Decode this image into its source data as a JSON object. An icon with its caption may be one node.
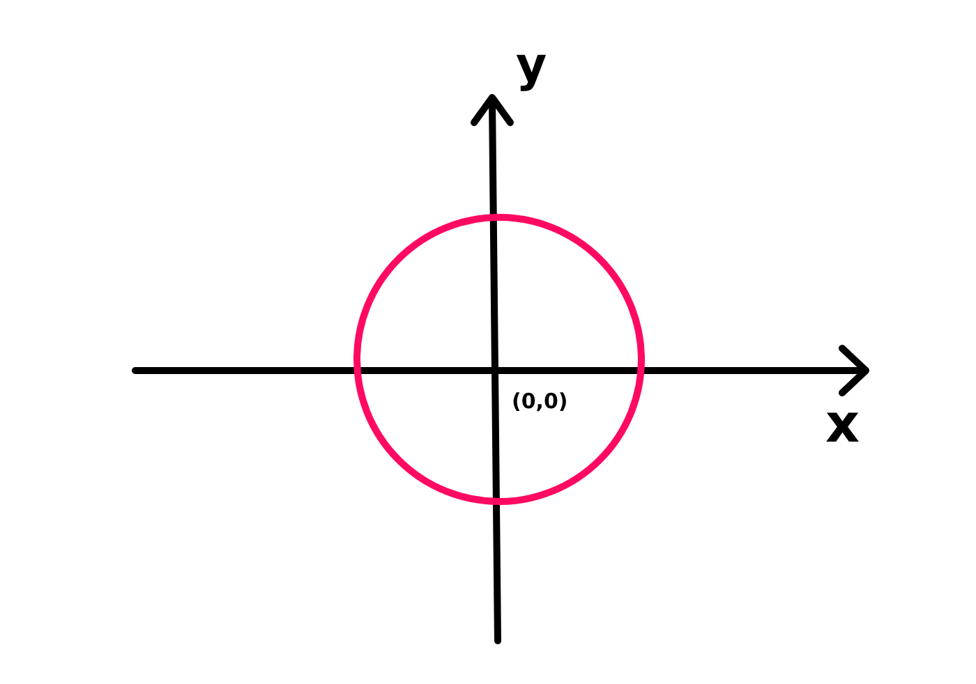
{
  "diagram": {
    "labels": [
      "y",
      "x",
      "(0,0)"
    ]
  }
}
